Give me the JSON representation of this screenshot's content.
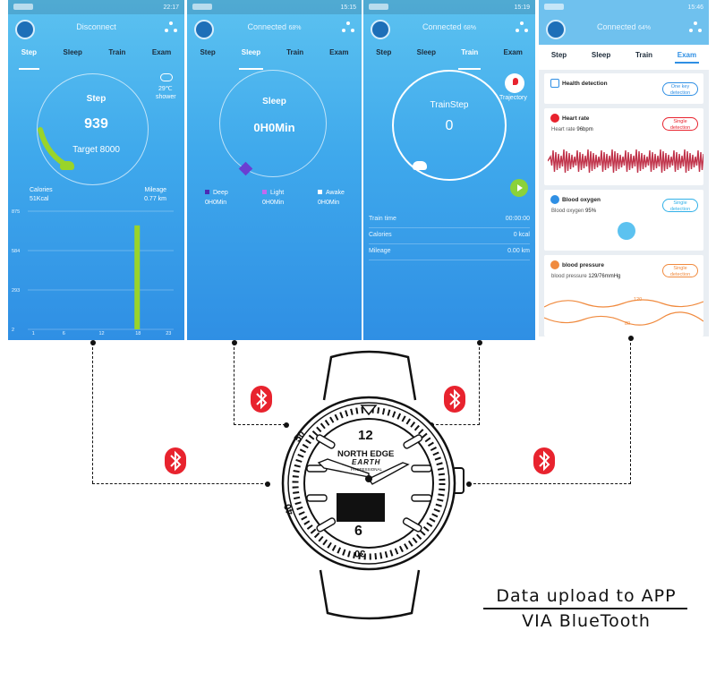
{
  "phones": {
    "step": {
      "time": "22:17",
      "connection": "Disconnect",
      "tabs": [
        "Step",
        "Sleep",
        "Train",
        "Exam"
      ],
      "ring_title": "Step",
      "steps": "939",
      "target": "Target 8000",
      "weather_temp": "29℃",
      "weather_desc": "shower",
      "calories_label": "Calories",
      "calories_value": "51Kcal",
      "mileage_label": "Mileage",
      "mileage_value": "0.77 km",
      "chart_data": {
        "type": "bar",
        "x": [
          1,
          6,
          12,
          18,
          23
        ],
        "y_ticks": [
          2,
          293,
          584,
          875
        ],
        "bars": [
          {
            "x": 18,
            "value": 770
          }
        ],
        "ylim": [
          2,
          875
        ],
        "bar_color": "#9ad42a"
      }
    },
    "sleep": {
      "time": "15:15",
      "connection": "Connected",
      "battery": "68%",
      "tabs": [
        "Step",
        "Sleep",
        "Train",
        "Exam"
      ],
      "ring_title": "Sleep",
      "duration": "0H0Min",
      "legend": [
        {
          "label": "Deep",
          "value": "0H0Min",
          "color": "#4b2bb5"
        },
        {
          "label": "Light",
          "value": "0H0Min",
          "color": "#c26af0"
        },
        {
          "label": "Awake",
          "value": "0H0Min",
          "color": "#ffffff"
        }
      ]
    },
    "train": {
      "time": "15:19",
      "connection": "Connected",
      "battery": "68%",
      "tabs": [
        "Step",
        "Sleep",
        "Train",
        "Exam"
      ],
      "ring_title": "TrainStep",
      "value": "0",
      "trajectory": "Trajectory",
      "rows": [
        {
          "label": "Train time",
          "value": "00:00:00"
        },
        {
          "label": "Calories",
          "value": "0 kcal"
        },
        {
          "label": "Mileage",
          "value": "0.00 km"
        }
      ]
    },
    "exam": {
      "time": "15:46",
      "connection": "Connected",
      "battery": "64%",
      "tabs": [
        "Step",
        "Sleep",
        "Train",
        "Exam"
      ],
      "health_title": "Health detection",
      "health_button": "One key detection",
      "heart_title": "Heart rate",
      "heart_sub": "Heart rate",
      "heart_value": "96bpm",
      "heart_button": "Single detection",
      "oxygen_title": "Blood oxygen",
      "oxygen_sub": "Blood oxygen",
      "oxygen_value": "95%",
      "oxygen_button": "Single detection",
      "pressure_title": "blood pressure",
      "pressure_sub": "blood pressure",
      "pressure_value": "129/76mmHg",
      "pressure_button": "Single detection",
      "pressure_high": "120",
      "pressure_low": "80"
    }
  },
  "watch": {
    "brand": "NORTH EDGE",
    "model": "EARTH",
    "edition": "PROFESSIONAL",
    "hour_12": "12",
    "hour_6": "6",
    "bezel_50": "50",
    "bezel_40": "40",
    "bezel_30": "30"
  },
  "caption": {
    "line1": "Data upload to APP",
    "line2": "VIA BlueTooth"
  },
  "colors": {
    "bluetooth": "#e8232e",
    "accent": "#2f8fe4"
  },
  "icons": [
    "bluetooth-icon",
    "share-icon",
    "weather-icon",
    "shoe-icon",
    "play-icon",
    "trajectory-icon",
    "heart-icon",
    "drop-icon",
    "blood-pressure-icon"
  ]
}
